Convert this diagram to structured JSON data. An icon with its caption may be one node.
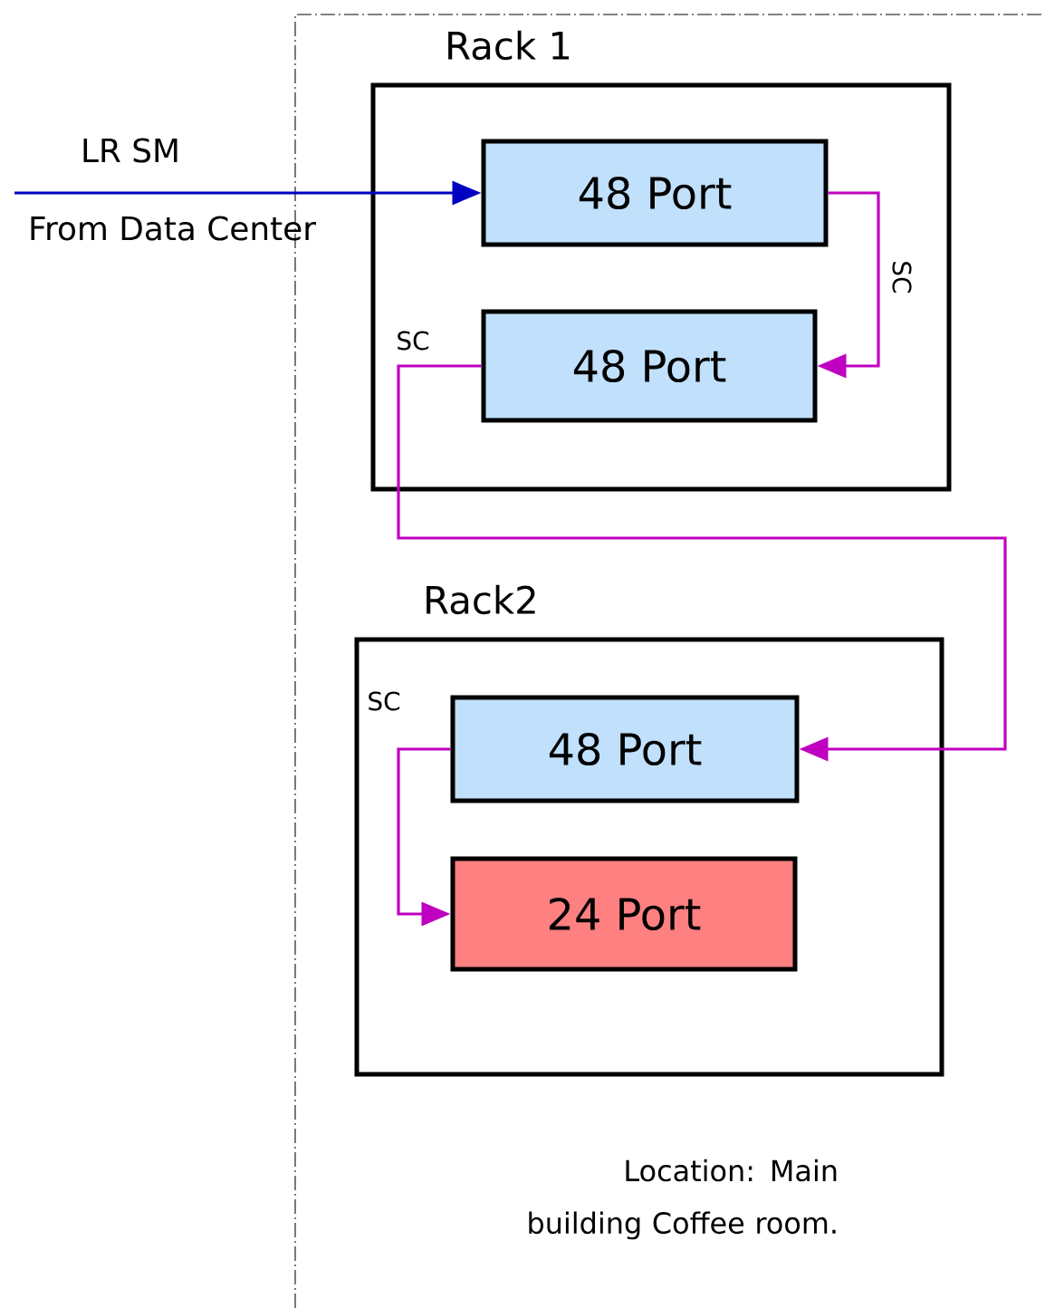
{
  "diagram": {
    "nodes": [
      {
        "text": [
          "Rack 1"
        ]
      },
      {
        "text": [
          "48 Port"
        ],
        "in": 0
      },
      {
        "text": [
          "48 Port"
        ],
        "in": 0
      },
      {
        "text": [
          "Rack2"
        ]
      },
      {
        "text": [
          "48 Port"
        ],
        "in": 3
      },
      {
        "text": [
          "24 Port"
        ],
        "in": 3
      }
    ],
    "edges": [
      {
        "from": null,
        "to": 1,
        "arrow": "to",
        "label": "LR SM",
        "color": "#0000c0"
      },
      {
        "from": 1,
        "to": 2,
        "arrow": "to",
        "label": "SC"
      },
      {
        "from": 2,
        "to": 4,
        "arrow": "to",
        "label": "SC"
      },
      {
        "from": 4,
        "to": 5,
        "arrow": "to",
        "label": "SC"
      }
    ],
    "labels": [
      "From Data Center",
      "Location: Main building Coffee room."
    ]
  }
}
